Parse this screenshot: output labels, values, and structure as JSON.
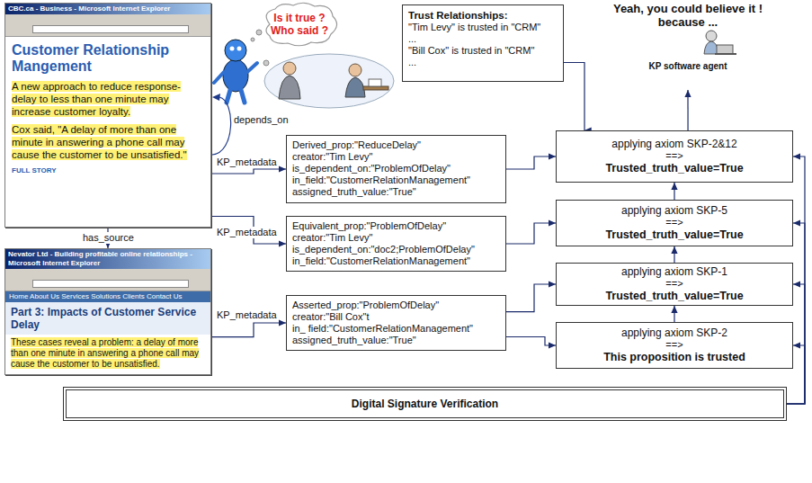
{
  "diagram": {
    "nodes": [
      {
        "text": [
          "CBC.ca - Business - Microsoft Internet Explorer",
          "Customer Relationship Mangement",
          "A new approach to reduce response-delay to less than one minute may increase customer loyalty.",
          "Cox said, \"A delay of more than one minute in answering a phone call may cause the customer to be unsatisfied.\"",
          "FULL STORY"
        ]
      },
      {
        "text": [
          "Nevator Ltd - Building profitable online relationships - Microsoft Internet Explorer",
          "Home About Us Services Solutions Clients Contact Us",
          "Part 3: Impacts of Customer Service Delay",
          "These cases reveal a problem: a delay of more than one minute in answering a phone call may cause the customer to be unsatisfied."
        ]
      },
      {
        "text": [
          "Is it true ? Who said ?"
        ]
      },
      {
        "text": [
          "Trust Relationships:",
          "\"Tim Levy\" is trusted in \"CRM\"",
          "...",
          "\"Bill Cox\" is trusted in \"CRM\"",
          "..."
        ]
      },
      {
        "text": [
          "Yeah, you could believe it ! because ...",
          "KP software agent"
        ]
      },
      {
        "text": [
          "Derived_prop:\"ReduceDelay\"",
          "creator:\"Tim Levy\"",
          "is_dependent_on:\"ProblemOfDelay\"",
          "in_field:\"CustomerRelationManagement\"",
          "assigned_truth_value:\"True\""
        ]
      },
      {
        "text": [
          "Equivalent_prop:\"ProblemOfDelay\"",
          "creator:\"Tim Levy\"",
          "is_dependent_on:\"doc2;ProblemOfDelay\"",
          "in_field:\"CustomerRelationManagement\""
        ]
      },
      {
        "text": [
          "Asserted_prop:\"ProblemOfDelay\"",
          "creator:\"Bill Cox\"t",
          "in_ field:\"CustomerRelationManagement\"",
          "assigned_truth_value:\"True\""
        ]
      },
      {
        "text": [
          "applying axiom SKP-2&12",
          "==>",
          "Trusted_truth_value=True"
        ]
      },
      {
        "text": [
          "applying axiom SKP-5",
          "==>",
          "Trusted_truth_value=True"
        ]
      },
      {
        "text": [
          "applying axiom SKP-1",
          "==>",
          "Trusted_truth_value=True"
        ]
      },
      {
        "text": [
          "applying axiom SKP-2",
          "==>",
          "This proposition is trusted"
        ]
      },
      {
        "text": [
          "Digital Signature Verification"
        ]
      }
    ],
    "edges": [
      {
        "from": 0,
        "to": 5,
        "label": "KP_metadata",
        "arrow": "to"
      },
      {
        "from": 0,
        "to": 6,
        "label": "KP_metadata",
        "arrow": "to"
      },
      {
        "from": 1,
        "to": 7,
        "label": "KP_metadata",
        "arrow": "to"
      },
      {
        "from": 0,
        "to": 1,
        "label": "has_source",
        "arrow": "to"
      },
      {
        "from": 5,
        "to": 8,
        "arrow": "to"
      },
      {
        "from": 6,
        "to": 9,
        "arrow": "to"
      },
      {
        "from": 7,
        "to": 10,
        "arrow": "to"
      },
      {
        "from": 7,
        "to": 11,
        "arrow": "to"
      },
      {
        "from": 11,
        "to": 10,
        "arrow": "to"
      },
      {
        "from": 10,
        "to": 9,
        "arrow": "to"
      },
      {
        "from": 9,
        "to": 8,
        "arrow": "to"
      },
      {
        "from": 8,
        "to": 4,
        "arrow": "to"
      },
      {
        "from": 3,
        "to": 8,
        "arrow": "to"
      },
      {
        "from": 12,
        "to": 11,
        "arrow": "to"
      },
      {
        "from": 12,
        "to": 10,
        "arrow": "to"
      },
      {
        "from": 12,
        "to": 9,
        "arrow": "to"
      },
      {
        "from": 12,
        "to": 8,
        "arrow": "to"
      }
    ],
    "labels": [
      "depends_on"
    ]
  }
}
